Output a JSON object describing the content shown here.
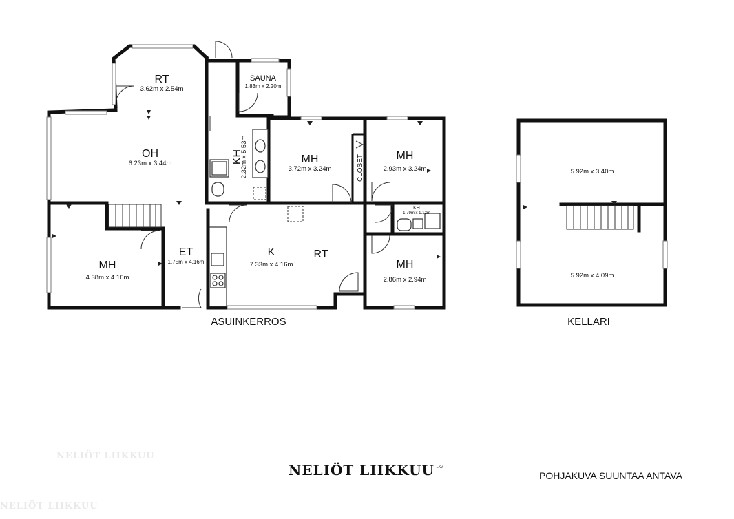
{
  "floors": {
    "main": "ASUINKERROS",
    "basement": "KELLARI"
  },
  "rooms": {
    "rt_top": {
      "name": "RT",
      "size": "3.62m x 2.54m"
    },
    "sauna": {
      "name": "SAUNA",
      "size": "1.83m x 2.20m"
    },
    "oh": {
      "name": "OH",
      "size": "6.23m x 3.44m"
    },
    "kh": {
      "name": "KH",
      "size": "2.32m x 5.53m"
    },
    "mh_mid": {
      "name": "MH",
      "size": "3.72m x 3.24m"
    },
    "closet": {
      "name": "CLOSET"
    },
    "mh_right": {
      "name": "MH",
      "size": "2.93m x 3.24m"
    },
    "kh_small": {
      "name": "KH",
      "size": "1.79m x 1.12m"
    },
    "mh_left": {
      "name": "MH",
      "size": "4.38m x 4.16m"
    },
    "et": {
      "name": "ET",
      "size": "1.75m x 4.16m"
    },
    "k": {
      "name": "K",
      "size": "7.33m x 4.16m"
    },
    "rt_main": {
      "name": "RT"
    },
    "mh_small": {
      "name": "MH",
      "size": "2.86m x 2.94m"
    },
    "kellari_top": {
      "size": "5.92m x 3.40m"
    },
    "kellari_bottom": {
      "size": "5.92m x 4.09m"
    }
  },
  "brand": {
    "name": "NELIÖT LIIKKUU",
    "suffix": "LKV"
  },
  "note": "POHJAKUVA SUUNTAA ANTAVA",
  "watermark": {
    "text": "NELIÖT LIIKKUU"
  }
}
